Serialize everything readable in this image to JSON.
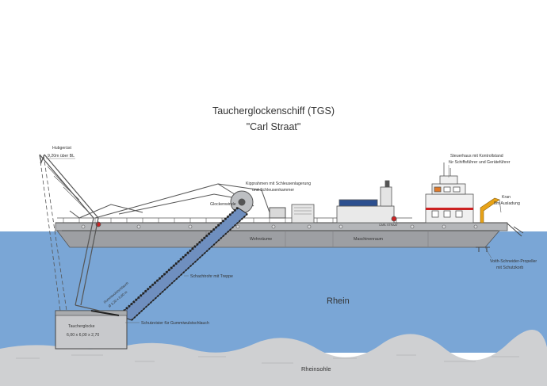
{
  "title": "Taucherglockenschiff (TGS)",
  "subtitle": "\"Carl Straat\"",
  "labels": {
    "hubgeruest": "Hubgerüst",
    "hubgeruest_height": "9,20m über BL",
    "kipprahmen_line1": "Kipprahmen mit Schleusenlagerung",
    "kipprahmen_line2": "und Schleusenkammer",
    "glockenwinde": "Glockenwinde",
    "steuerhaus_line1": "Steuerhaus mit Kontrollstand",
    "steuerhaus_line2": "für Schiffsführer und Geräteführer",
    "kran": "Kran",
    "kran_ausladung": "8m Ausladung",
    "wohnraeume": "Wohnräume",
    "maschinenraum": "Maschinenraum",
    "voith_line1": "Voith-Schneider-Propeller",
    "voith_line2": "mit Schutzkorb",
    "schachtrohr": "Schachtrohr mit Treppe",
    "gummi_line1": "Gummiwulstschlauch",
    "gummi_line2": "Ø 2,20 x 0,80 m",
    "schutzvisier": "Schutzvisier für Gummiwulstschlauch",
    "taucherglocke": "Taucherglocke",
    "glocke_dims": "6,00 x 6,00 x 2,70",
    "rhein": "Rhein",
    "rheinsohle": "Rheinsohle",
    "ship_name": "CARL STRAAT"
  },
  "colors": {
    "water": "#7aa6d6",
    "riverbed": "#cfd0d2",
    "hull": "#9d9fa3",
    "structure": "#555555",
    "accent_red": "#cc2222",
    "crane": "#e8a317"
  }
}
